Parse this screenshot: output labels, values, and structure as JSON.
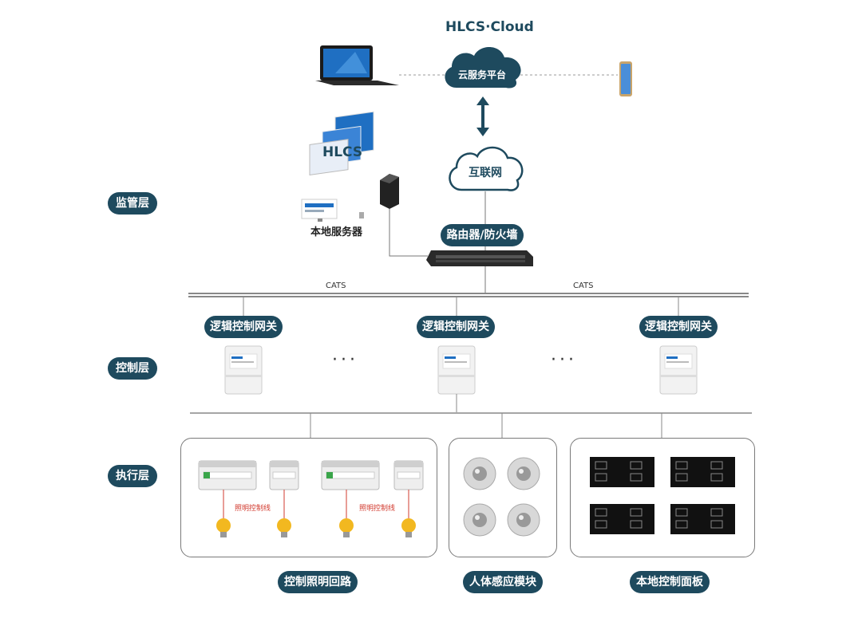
{
  "layers": {
    "supervision": "监管层",
    "control": "控制层",
    "execution": "执行层"
  },
  "cloud": {
    "title": "HLCS·Cloud",
    "platform": "云服务平台",
    "internet": "互联网"
  },
  "local": {
    "title": "HLCS",
    "server": "本地服务器"
  },
  "router": "路由器/防火墙",
  "bus_labels": [
    "CATS",
    "CATS"
  ],
  "gateways": [
    "逻辑控制网关",
    "逻辑控制网关",
    "逻辑控制网关"
  ],
  "ellipsis": [
    "···",
    "···"
  ],
  "wire_labels": [
    "照明控制线",
    "照明控制线"
  ],
  "groups": {
    "lighting": "控制照明回路",
    "sensor": "人体感应模块",
    "panel": "本地控制面板"
  },
  "colors": {
    "pill": "#1e4a5e",
    "cloud_stroke": "#1e4a5e",
    "wire_red": "#d23b2f",
    "bulb": "#f2b820"
  }
}
